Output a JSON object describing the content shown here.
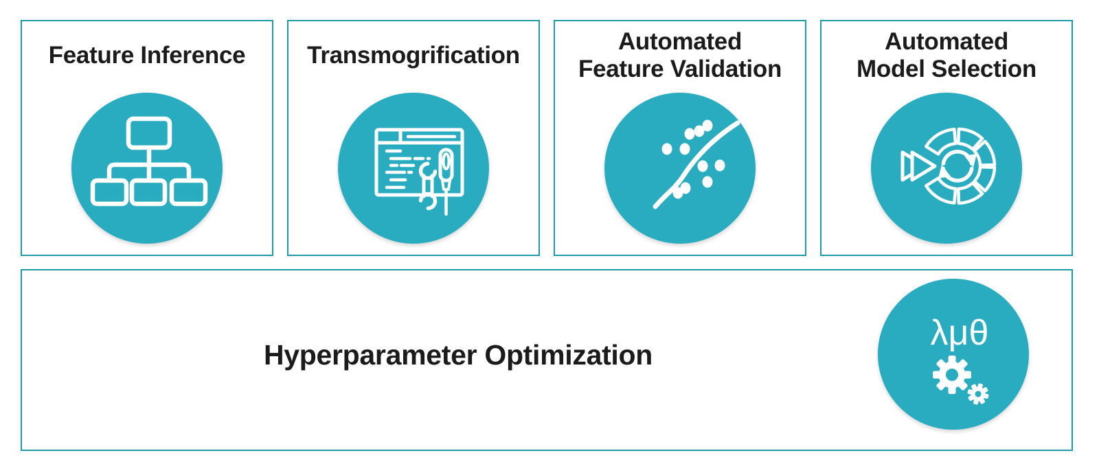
{
  "palette": {
    "circle_teal": "#2AACC0",
    "box_border_teal": "#2099AB",
    "title_color": "#1b1b1b",
    "icon_color": "#FFFFFF"
  },
  "cards": [
    {
      "title_line1": "Feature Inference",
      "title_line2": "",
      "icon": "hierarchy-tree-icon"
    },
    {
      "title_line1": "Transmogrification",
      "title_line2": "",
      "icon": "window-tools-icon"
    },
    {
      "title_line1": "Automated",
      "title_line2": "Feature Validation",
      "icon": "scatter-fit-curve-icon"
    },
    {
      "title_line1": "Automated",
      "title_line2": "Model Selection",
      "icon": "model-cycle-icon"
    }
  ],
  "banner": {
    "title": "Hyperparameter Optimization",
    "icon": "hyperparameter-gears-icon",
    "symbols": "λμθ"
  }
}
